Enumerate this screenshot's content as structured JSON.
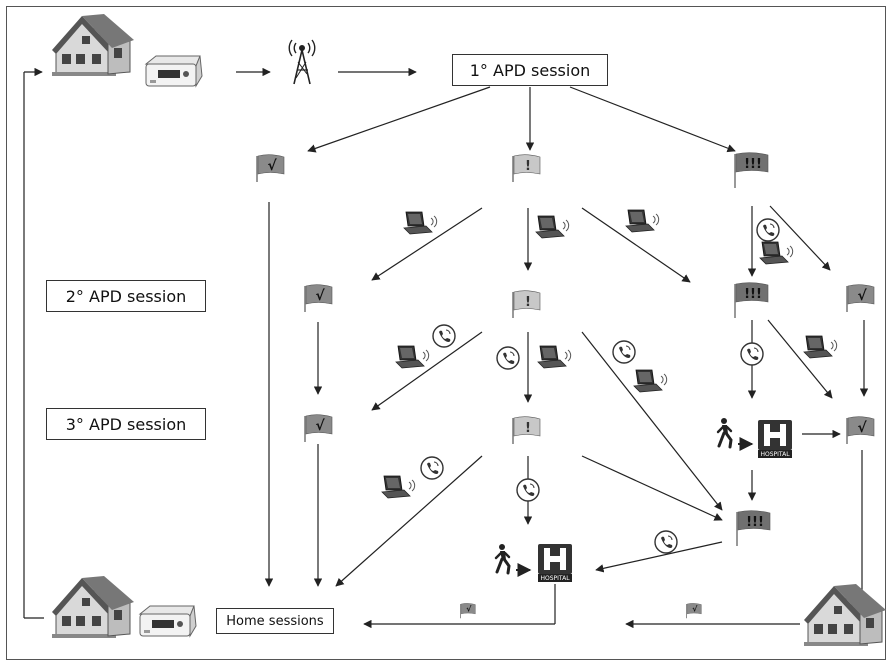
{
  "sessions": {
    "first": "1° APD session",
    "second": "2° APD session",
    "third": "3° APD session",
    "home": "Home sessions"
  },
  "flags": {
    "ok": "√",
    "warn": "!",
    "alarm": "!!!"
  },
  "hospital": {
    "letter": "H",
    "caption": "HOSPITAL"
  },
  "colors": {
    "ok_flag": "#8a8a8a",
    "warn_flag": "#c8c8c8",
    "alarm_flag": "#707070",
    "arrow": "#222222"
  },
  "icons": [
    "house-icon",
    "apd-cycler-icon",
    "antenna-tower-icon",
    "laptop-icon",
    "phone-icon",
    "walking-person-icon",
    "hospital-icon",
    "flag-icon"
  ]
}
